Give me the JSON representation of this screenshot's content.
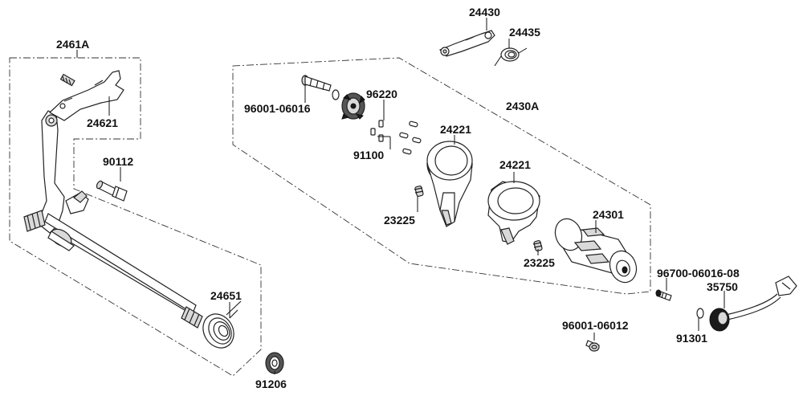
{
  "labels": {
    "p2461A": "2461A",
    "p24621": "24621",
    "p90112": "90112",
    "p24651": "24651",
    "p91206": "91206",
    "p24430": "24430",
    "p24435": "24435",
    "p2430A": "2430A",
    "p96001_06016": "96001-06016",
    "p96220": "96220",
    "p91100": "91100",
    "p24221a": "24221",
    "p24221b": "24221",
    "p23225a": "23225",
    "p23225b": "23225",
    "p24301": "24301",
    "p96700": "96700-06016-08",
    "p35750": "35750",
    "p96001_06012": "96001-06012",
    "p91301": "91301"
  }
}
